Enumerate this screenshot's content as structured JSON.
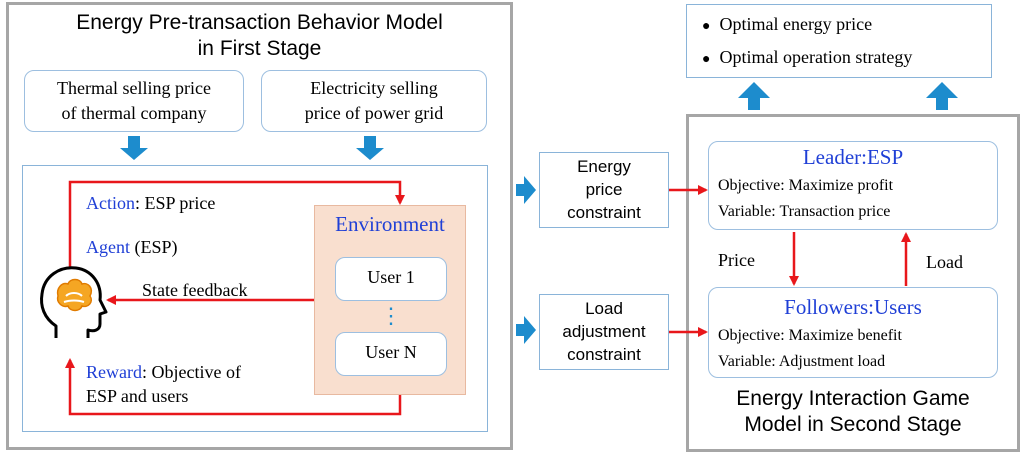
{
  "stage1": {
    "title_line1": "Energy Pre-transaction Behavior Model",
    "title_line2": "in First Stage",
    "thermal_line1": "Thermal selling price",
    "thermal_line2": "of thermal company",
    "grid_line1": "Electricity selling",
    "grid_line2": "price of  power grid",
    "action_label": "Action",
    "action_text": ": ESP price",
    "agent_label": "Agent",
    "agent_text": " (ESP)",
    "state_feedback": "State feedback",
    "reward_label": "Reward",
    "reward_text": ": Objective of",
    "reward_line2": "ESP and users",
    "environment": "Environment",
    "user1": "User 1",
    "dots": "⋮",
    "usern": "User N"
  },
  "constraints": {
    "energy_line1": "Energy",
    "energy_line2": "price",
    "energy_line3": "constraint",
    "load_line1": "Load",
    "load_line2": "adjustment",
    "load_line3": "constraint"
  },
  "outputs": {
    "item1": "Optimal energy price",
    "item2": "Optimal operation strategy"
  },
  "stage2": {
    "leader_title": "Leader:ESP",
    "leader_objective": "Objective: Maximize  profit",
    "leader_variable": "Variable: Transaction price",
    "price_label": "Price",
    "load_label": "Load",
    "followers_title": "Followers:Users",
    "followers_objective": "Objective: Maximize benefit",
    "followers_variable": "Variable: Adjustment  load",
    "title_line1": "Energy Interaction Game",
    "title_line2": "Model in Second Stage"
  },
  "colors": {
    "arrow_red": "#e8171b",
    "arrow_blue": "#1d8ccd",
    "label_blue": "#1f3fd6",
    "env_fill": "#f9dfcf",
    "frame_gray": "#a6a6a6"
  },
  "icons": [
    "agent-head-icon"
  ]
}
